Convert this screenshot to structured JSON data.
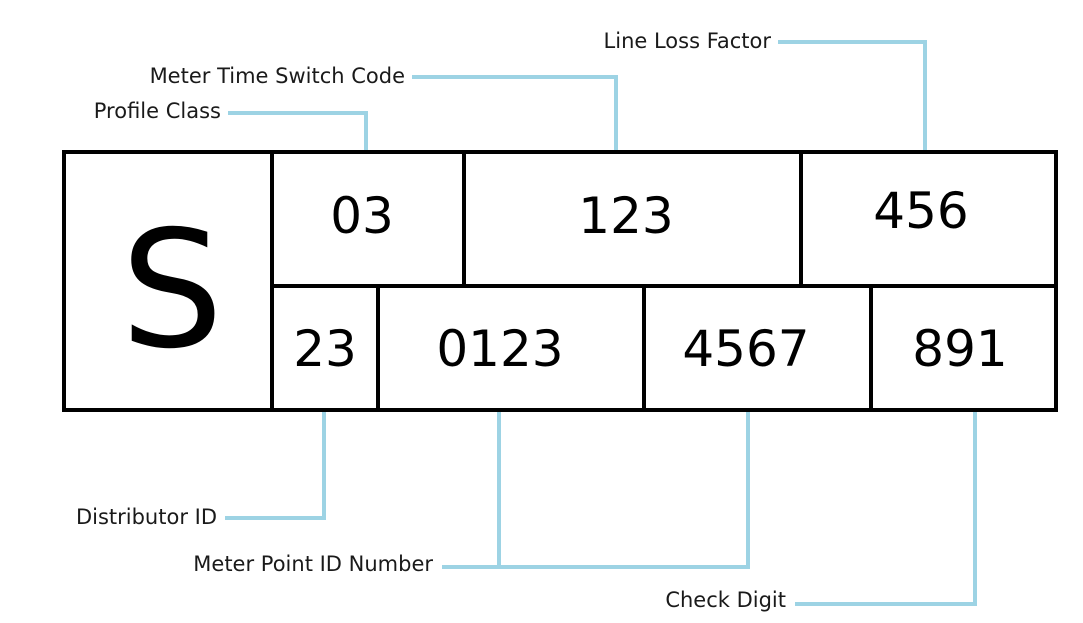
{
  "colors": {
    "connector": "#9dd3e4",
    "border": "#000000",
    "text": "#1a1a1a"
  },
  "diagram": {
    "prefix": "S",
    "top_row": {
      "profile_class": "03",
      "meter_time_switch_code": "123",
      "line_loss_factor": "456"
    },
    "bottom_row": {
      "distributor_id": "23",
      "mpid_part1": "0123",
      "mpid_part2": "4567",
      "check_digit": "891"
    }
  },
  "labels": {
    "line_loss_factor": "Line Loss Factor",
    "meter_time_switch_code": "Meter Time Switch Code",
    "profile_class": "Profile Class",
    "distributor_id": "Distributor ID",
    "meter_point_id_number": "Meter Point ID Number",
    "check_digit": "Check Digit"
  }
}
